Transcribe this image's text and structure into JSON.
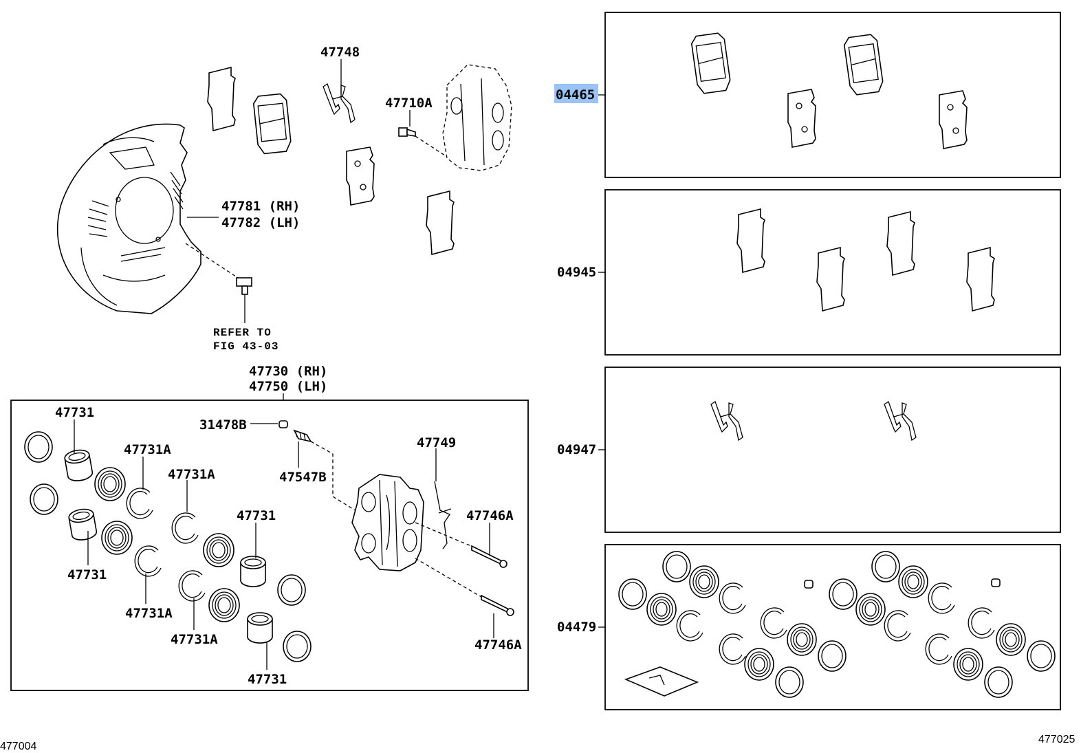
{
  "callouts": {
    "c47748": "47748",
    "c47710A": "47710A",
    "c47781": "47781 (RH)",
    "c47782": "47782 (LH)",
    "refer1": "REFER TO",
    "refer2": "FIG 43-03",
    "c47730": "47730 (RH)",
    "c47750": "47750 (LH)",
    "c47731_top": "47731",
    "c31478B": "31478B",
    "c47731A_1": "47731A",
    "c47731A_2": "47731A",
    "c47547B": "47547B",
    "c47749": "47749",
    "c47731_mid": "47731",
    "c47746A_1": "47746A",
    "c47731_left": "47731",
    "c47731A_3": "47731A",
    "c47731A_4": "47731A",
    "c47746A_2": "47746A",
    "c47731_bottom": "47731"
  },
  "kits": {
    "k04465": "04465",
    "k04945": "04945",
    "k04947": "04947",
    "k04479": "04479"
  },
  "highlight_color": "#9cc3f5",
  "footer": {
    "left_fig": "477004",
    "right_fig": "477025"
  }
}
